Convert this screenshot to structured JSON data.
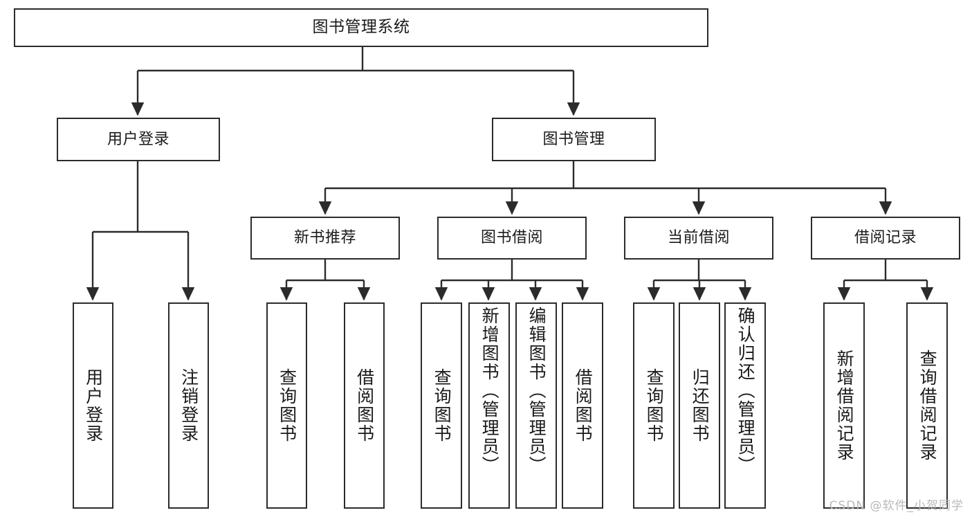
{
  "diagram": {
    "title": "图书管理系统",
    "type": "tree-hierarchy-diagram",
    "orientation": "top-down",
    "colors": {
      "background": "#ffffff",
      "node_border": "#2b2b2b",
      "node_fill": "#ffffff",
      "edge": "#2b2b2b",
      "text": "#1a1a1a",
      "watermark": "#b9b9b9"
    },
    "watermark": "CSDN @软件_小贺同学",
    "nodes": {
      "root": {
        "label": "图书管理系统"
      },
      "level1": [
        {
          "id": "user-login",
          "label": "用户登录"
        },
        {
          "id": "book-management",
          "label": "图书管理"
        }
      ],
      "level2": [
        {
          "id": "new-book-recommend",
          "label": "新书推荐"
        },
        {
          "id": "book-borrow",
          "label": "图书借阅"
        },
        {
          "id": "current-borrow",
          "label": "当前借阅"
        },
        {
          "id": "borrow-record",
          "label": "借阅记录"
        }
      ],
      "leaves": {
        "user_login": [
          {
            "id": "leaf-user-login",
            "label": "用户登录"
          },
          {
            "id": "leaf-logout-login",
            "label": "注销登录"
          }
        ],
        "new_book_recommend": [
          {
            "id": "leaf-query-book-1",
            "label": "查询图书"
          },
          {
            "id": "leaf-borrow-book-1",
            "label": "借阅图书"
          }
        ],
        "book_borrow": [
          {
            "id": "leaf-query-book-2",
            "label": "查询图书"
          },
          {
            "id": "leaf-add-book",
            "label": "新增图书（管理员）"
          },
          {
            "id": "leaf-edit-book",
            "label": "编辑图书（管理员）"
          },
          {
            "id": "leaf-borrow-book-2",
            "label": "借阅图书"
          }
        ],
        "current_borrow": [
          {
            "id": "leaf-query-book-3",
            "label": "查询图书"
          },
          {
            "id": "leaf-return-book",
            "label": "归还图书"
          },
          {
            "id": "leaf-confirm-return",
            "label": "确认归还（管理员）"
          }
        ],
        "borrow_record": [
          {
            "id": "leaf-add-record",
            "label": "新增借阅记录"
          },
          {
            "id": "leaf-query-record",
            "label": "查询借阅记录"
          }
        ]
      }
    }
  }
}
